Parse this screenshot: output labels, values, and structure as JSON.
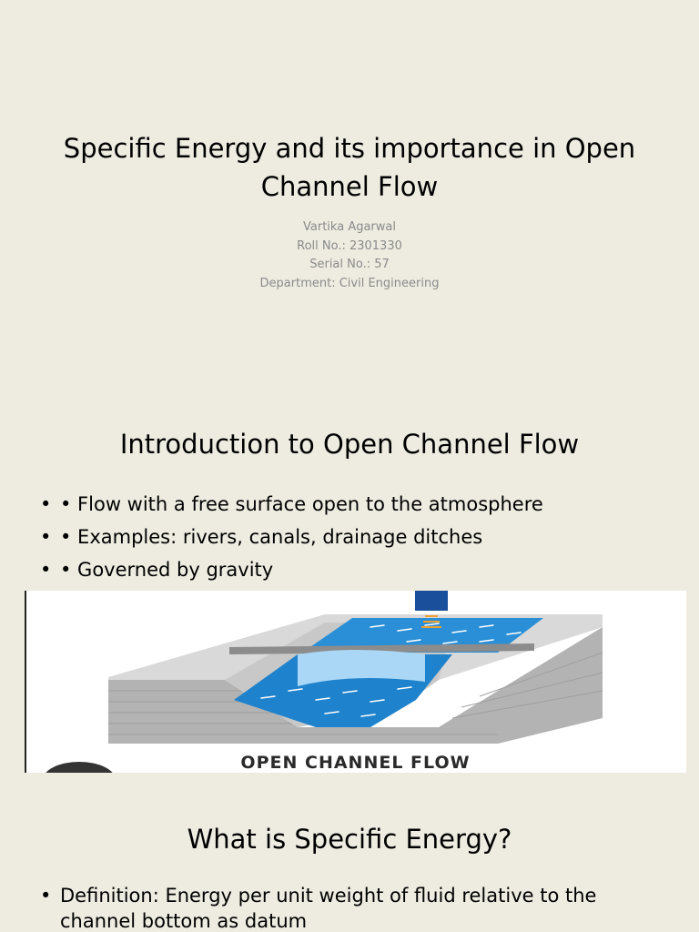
{
  "slide1": {
    "title": "Specific Energy and its importance in Open Channel Flow",
    "author": "Vartika Agarwal",
    "roll": "Roll No.: 2301330",
    "serial": "Serial No.: 57",
    "department": "Department: Civil Engineering"
  },
  "slide2": {
    "title": "Introduction to Open Channel Flow",
    "bullets": [
      "• Flow with a free surface open to the atmosphere",
      "• Examples: rivers, canals, drainage ditches",
      "• Governed by gravity"
    ],
    "illustration_caption": "OPEN CHANNEL FLOW"
  },
  "slide3": {
    "title": "What is Specific Energy?",
    "bullets": [
      " Definition: Energy per unit weight of fluid relative to the channel bottom as datum"
    ]
  }
}
